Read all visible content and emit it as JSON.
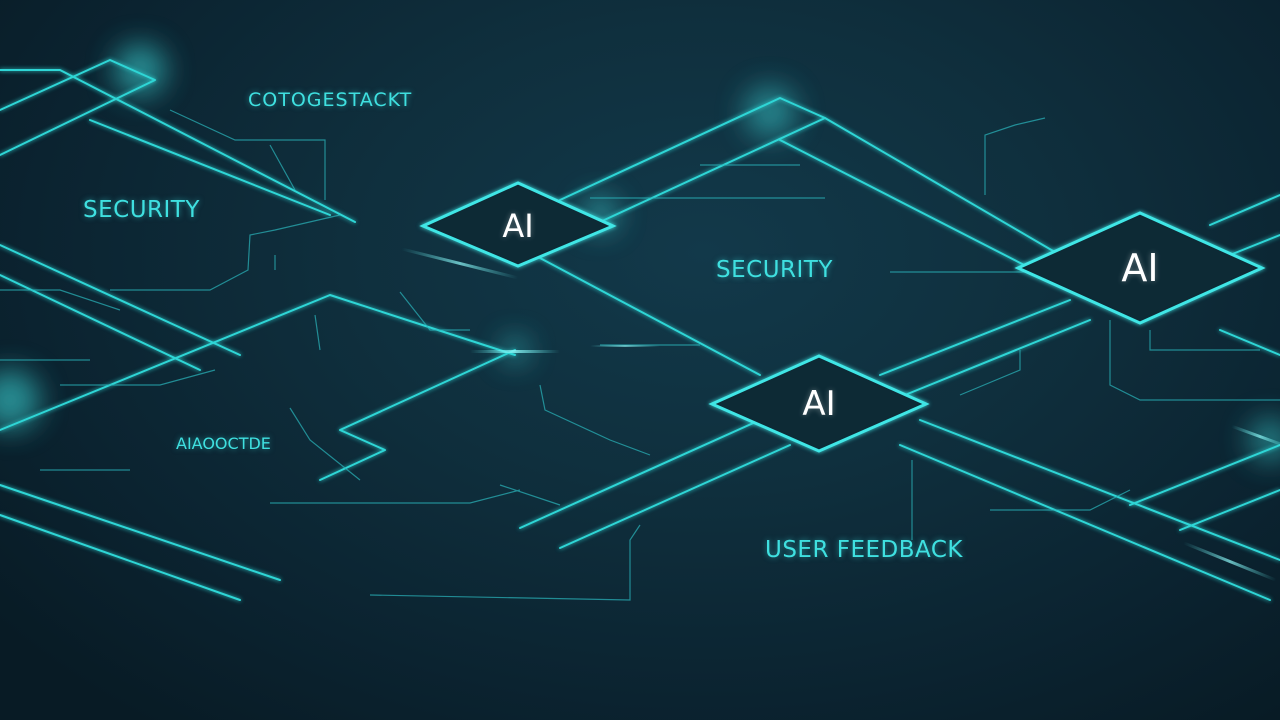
{
  "labels": {
    "top_left": "COTOGESTACKT",
    "security_left": "SECURITY",
    "security_center": "SECURITY",
    "small_left": "AIAOOCTDE",
    "user_feedback": "USER FEEDBACK"
  },
  "nodes": [
    {
      "label": "AI"
    },
    {
      "label": "AI"
    },
    {
      "label": "AI"
    }
  ],
  "colors": {
    "background": "#0f2f3d",
    "line": "#2fd6d6",
    "glow": "#5ff0f0",
    "node_text": "#ffffff"
  }
}
